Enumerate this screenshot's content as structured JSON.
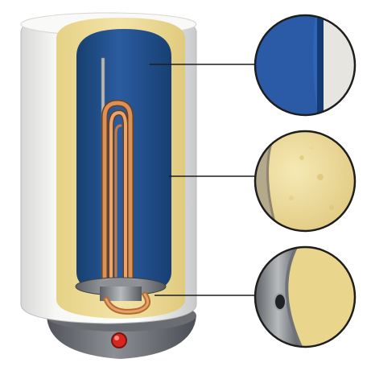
{
  "diagram": {
    "subject": "water-heater-cutaway",
    "callouts": [
      {
        "id": "inner-tank-coating",
        "color": "#2f64b6",
        "border_color": "#e7e5df"
      },
      {
        "id": "foam-insulation",
        "color": "#ead58c"
      },
      {
        "id": "heating-element-flange",
        "color": "#8a8d90"
      }
    ],
    "colors": {
      "outer_shell": "#f3f3f1",
      "insulation": "#eedd99",
      "tank_interior": "#1f4f8f",
      "copper_element": "#c8834a",
      "base": "#6f7378",
      "indicator_light": "#d8261f",
      "leader_line": "#1e1e1e"
    }
  }
}
